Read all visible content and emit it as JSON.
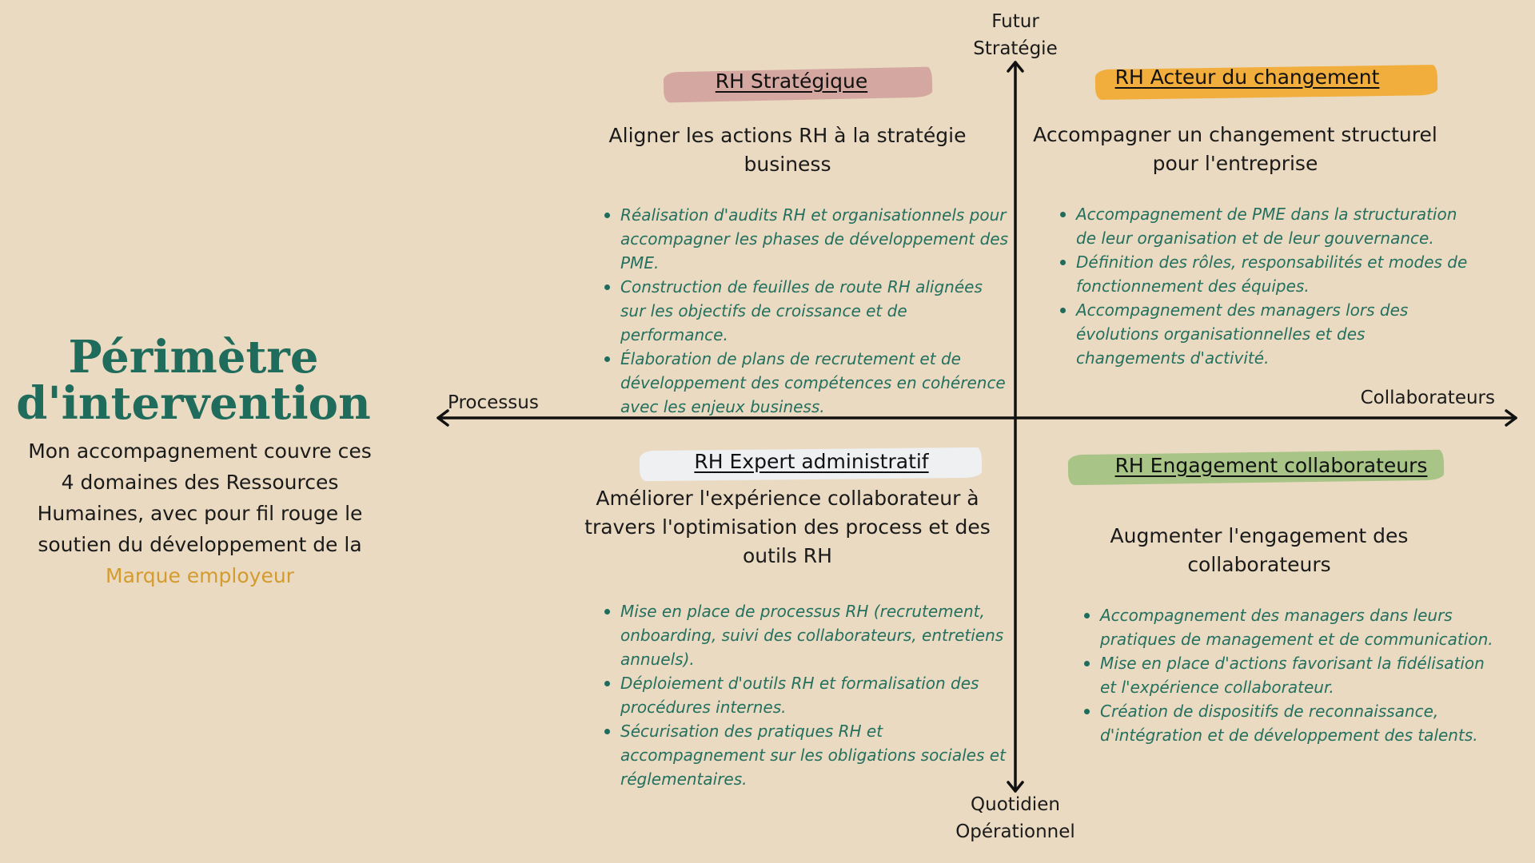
{
  "intro": {
    "title_line1": "Périmètre",
    "title_line2": "d'intervention",
    "body": "Mon accompagnement couvre ces 4 domaines des Ressources Humaines, avec pour fil rouge le soutien du développement de  la",
    "highlight": "Marque employeur"
  },
  "axes": {
    "top_line1": "Futur",
    "top_line2": "Stratégie",
    "bottom_line1": "Quotidien",
    "bottom_line2": "Opérationnel",
    "left": "Processus",
    "right": "Collaborateurs"
  },
  "quadrants": {
    "top_left": {
      "heading": "RH Stratégique",
      "brush_color": "#D4A8A0",
      "subtitle": "Aligner les actions RH à la stratégie business",
      "points": [
        "Réalisation d'audits RH et organisationnels pour accompagner les phases de développement des PME.",
        "Construction de feuilles de route RH alignées sur les objectifs de croissance et de performance.",
        "Élaboration de plans de recrutement et de développement des compétences en cohérence avec les enjeux business."
      ]
    },
    "top_right": {
      "heading": "RH Acteur du changement",
      "brush_color": "#F2AE3C",
      "subtitle": "Accompagner un changement structurel pour l'entreprise",
      "points": [
        "Accompagnement de PME dans la structuration de leur organisation et de leur gouvernance.",
        "Définition des rôles, responsabilités et modes de fonctionnement des équipes.",
        "Accompagnement des managers lors des évolutions organisationnelles et des changements d'activité."
      ]
    },
    "bottom_left": {
      "heading": "RH Expert administratif",
      "brush_color": "#EEF0F2",
      "subtitle": "Améliorer l'expérience collaborateur à travers l'optimisation des process et des outils RH",
      "points": [
        "Mise en place de processus RH (recrutement, onboarding, suivi des collaborateurs, entretiens annuels).",
        "Déploiement d'outils RH et formalisation des procédures internes.",
        "Sécurisation des pratiques RH et accompagnement sur les obligations sociales et réglementaires."
      ]
    },
    "bottom_right": {
      "heading": "RH Engagement collaborateurs",
      "brush_color": "#A8C486",
      "subtitle": "Augmenter l'engagement des collaborateurs",
      "points": [
        "Accompagnement des managers dans leurs pratiques de management et de communication.",
        "Mise en place d'actions favorisant la fidélisation et l'expérience collaborateur.",
        "Création de dispositifs de reconnaissance, d'intégration et de développement des talents."
      ]
    }
  }
}
